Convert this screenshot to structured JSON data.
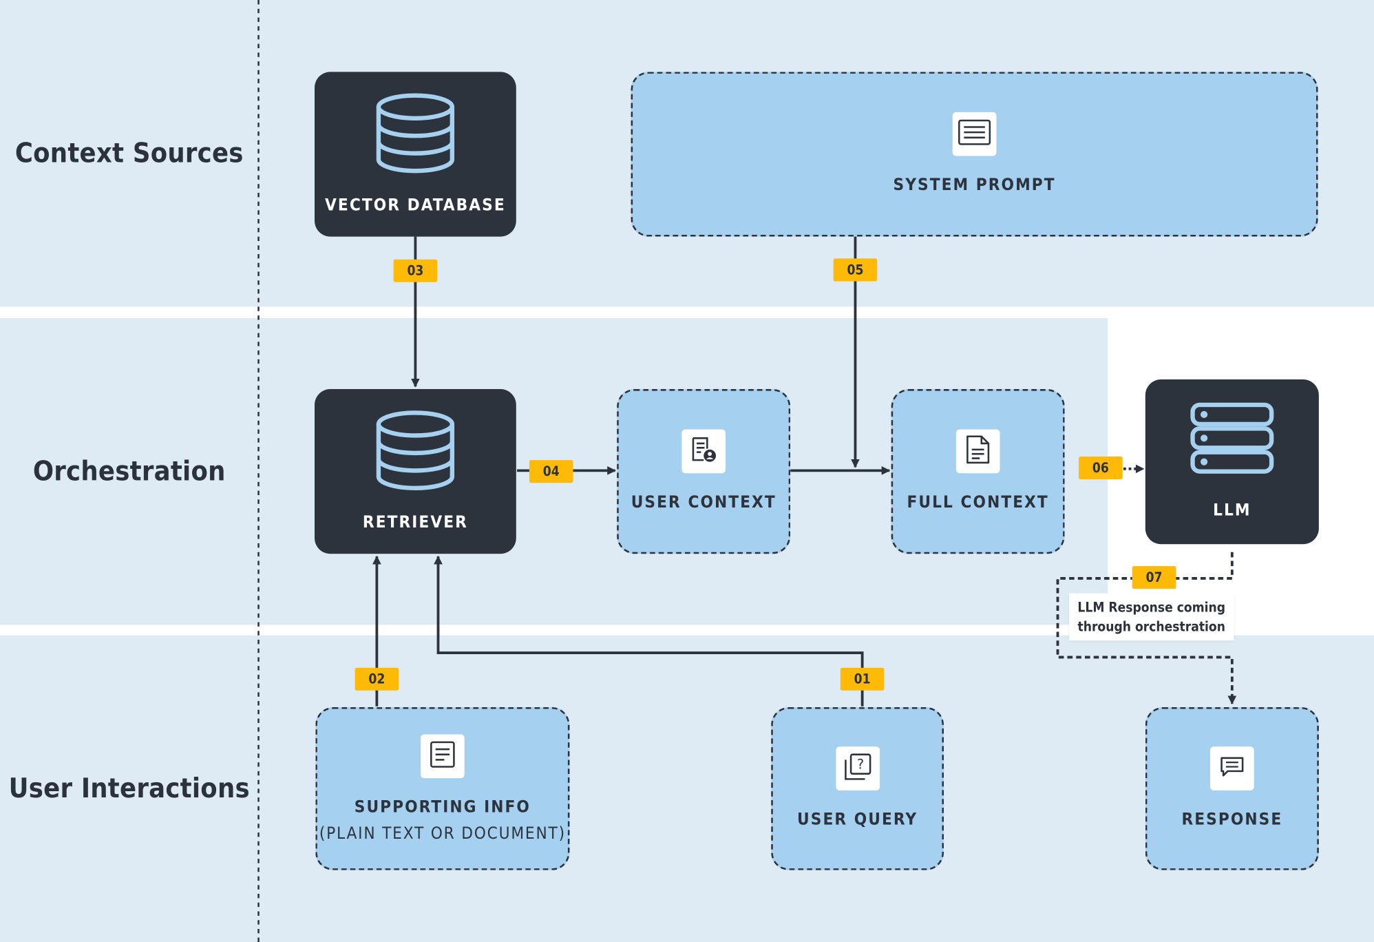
{
  "lanes": {
    "context_sources": "Context Sources",
    "orchestration": "Orchestration",
    "user_interactions": "User Interactions"
  },
  "nodes": {
    "vector_database": "VECTOR DATABASE",
    "system_prompt": "SYSTEM PROMPT",
    "retriever": "RETRIEVER",
    "user_context": "USER CONTEXT",
    "full_context": "FULL CONTEXT",
    "llm": "LLM",
    "supporting_info": "SUPPORTING INFO",
    "supporting_info_sub": "(PLAIN TEXT OR DOCUMENT)",
    "user_query": "USER QUERY",
    "response": "RESPONSE"
  },
  "steps": {
    "s01": "01",
    "s02": "02",
    "s03": "03",
    "s04": "04",
    "s05": "05",
    "s06": "06",
    "s07": "07"
  },
  "note": {
    "line1": "LLM Response coming",
    "line2": "through orchestration"
  },
  "colors": {
    "band": "#deebf5",
    "dark_node": "#2d333d",
    "light_node": "#a6d0ef",
    "badge": "#ffba08",
    "icon_accent": "#a6d0ef"
  }
}
